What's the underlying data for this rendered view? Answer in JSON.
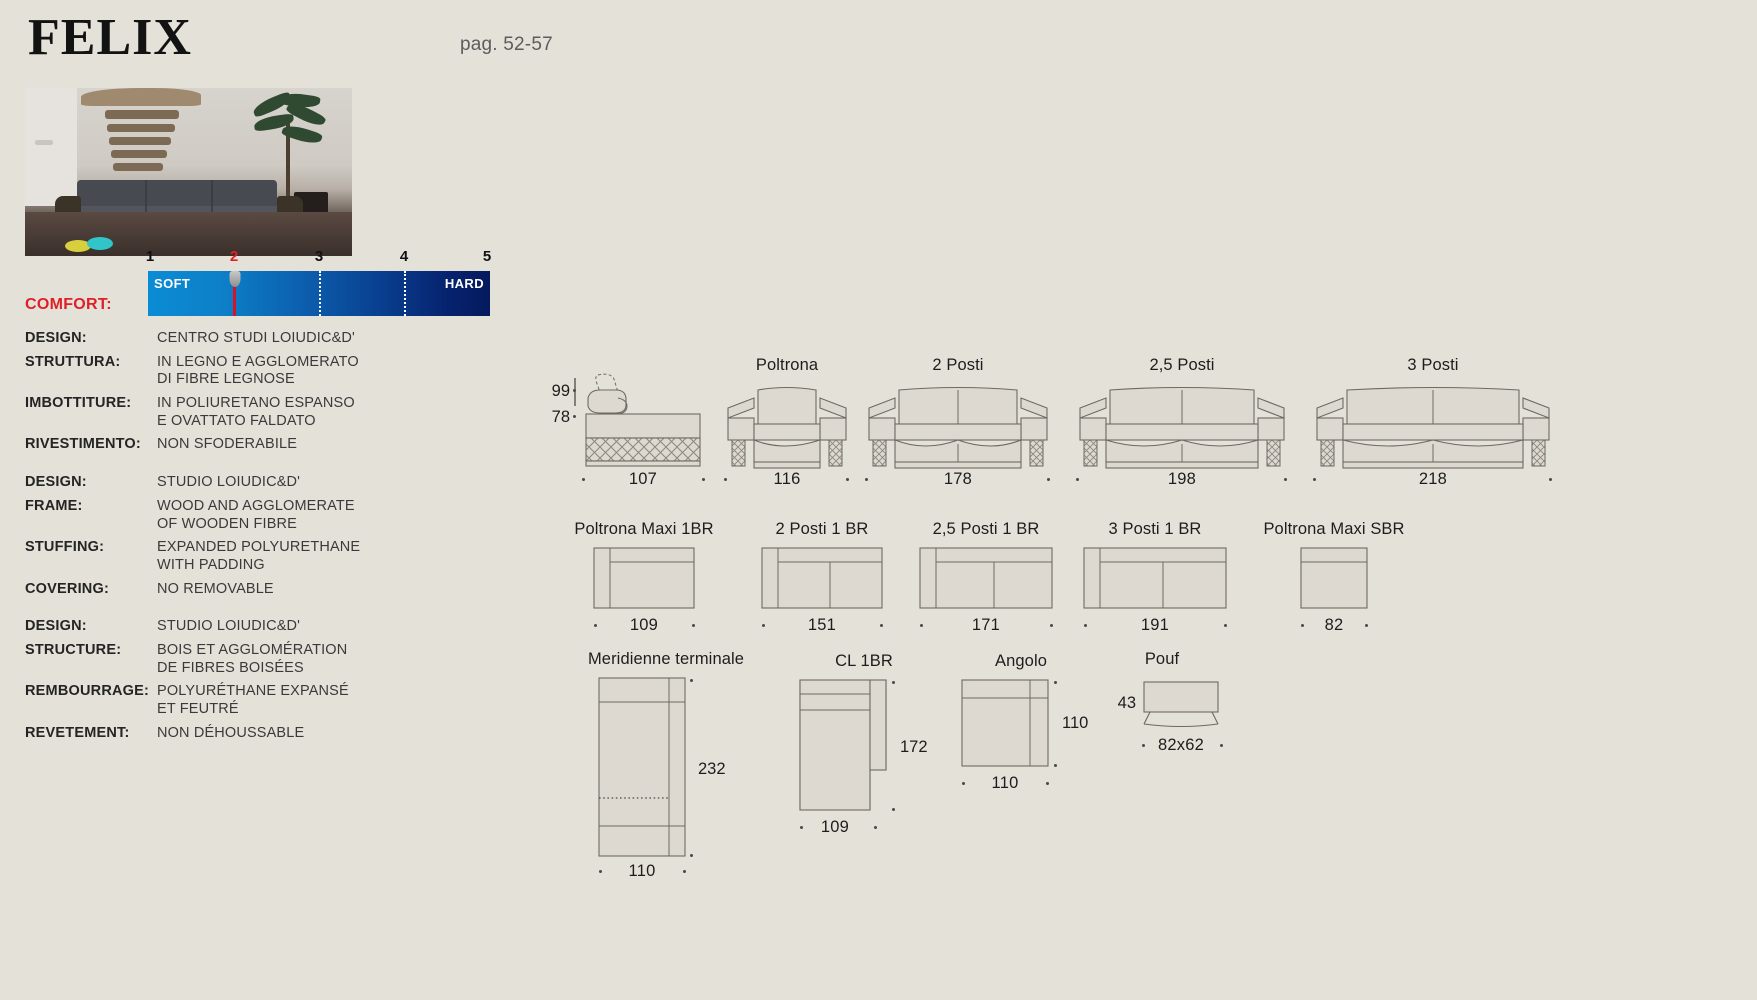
{
  "header": {
    "brand": "FELIX",
    "page_ref": "pag. 52-57"
  },
  "photo": {
    "alt": "sofa-room-photo"
  },
  "comfort": {
    "label": "COMFORT:",
    "soft_label": "SOFT",
    "hard_label": "HARD",
    "scale_numbers": [
      "1",
      "2",
      "3",
      "4",
      "5"
    ],
    "marker_value": "2",
    "accent_color": "#e02027",
    "gradient_start": "#0a8cd4",
    "gradient_end": "#051a5e"
  },
  "specs": [
    {
      "lang": "it",
      "rows": [
        {
          "key": "DESIGN:",
          "lines": [
            "CENTRO STUDI LOIUDIC&D'"
          ]
        },
        {
          "key": "STRUTTURA:",
          "lines": [
            "IN LEGNO E AGGLOMERATO",
            "DI FIBRE LEGNOSE"
          ]
        },
        {
          "key": "IMBOTTITURE:",
          "lines": [
            "IN POLIURETANO ESPANSO",
            "E OVATTATO FALDATO"
          ]
        },
        {
          "key": "RIVESTIMENTO:",
          "lines": [
            "NON SFODERABILE"
          ]
        }
      ]
    },
    {
      "lang": "en",
      "rows": [
        {
          "key": "DESIGN:",
          "lines": [
            "STUDIO LOIUDIC&D'"
          ]
        },
        {
          "key": "FRAME:",
          "lines": [
            "WOOD AND AGGLOMERATE",
            "OF WOODEN FIBRE"
          ]
        },
        {
          "key": "STUFFING:",
          "lines": [
            "EXPANDED POLYURETHANE",
            "WITH PADDING"
          ]
        },
        {
          "key": "COVERING:",
          "lines": [
            "NO REMOVABLE"
          ]
        }
      ]
    },
    {
      "lang": "fr",
      "rows": [
        {
          "key": "DESIGN:",
          "lines": [
            "STUDIO LOIUDIC&D'"
          ]
        },
        {
          "key": "STRUCTURE:",
          "lines": [
            "BOIS ET AGGLOMÉRATION",
            "DE FIBRES BOISÉES"
          ]
        },
        {
          "key": "REMBOURRAGE:",
          "lines": [
            "POLYURÉTHANE EXPANSÉ",
            "ET FEUTRÉ"
          ]
        },
        {
          "key": "REVETEMENT:",
          "lines": [
            "NON DÉHOUSSABLE"
          ]
        }
      ]
    }
  ],
  "drawings": {
    "row1": [
      {
        "name": "side-view",
        "title": "",
        "width_label": "107",
        "height_top": "99",
        "height_seat": "78"
      },
      {
        "name": "poltrona",
        "title": "Poltrona",
        "width_label": "116"
      },
      {
        "name": "2-posti",
        "title": "2 Posti",
        "width_label": "178"
      },
      {
        "name": "2-5-posti",
        "title": "2,5 Posti",
        "width_label": "198"
      },
      {
        "name": "3-posti",
        "title": "3 Posti",
        "width_label": "218"
      }
    ],
    "row2": [
      {
        "name": "poltrona-maxi-1br",
        "title": "Poltrona Maxi 1BR",
        "width_label": "109"
      },
      {
        "name": "2-posti-1br",
        "title": "2 Posti 1 BR",
        "width_label": "151"
      },
      {
        "name": "2-5-posti-1br",
        "title": "2,5 Posti 1 BR",
        "width_label": "171"
      },
      {
        "name": "3-posti-1br",
        "title": "3 Posti 1 BR",
        "width_label": "191"
      },
      {
        "name": "poltrona-maxi-sbr",
        "title": "Poltrona Maxi SBR",
        "width_label": "82"
      }
    ],
    "row3": [
      {
        "name": "meridienne-terminale",
        "title": "Meridienne terminale",
        "width_label": "110",
        "depth_label": "232"
      },
      {
        "name": "cl-1br",
        "title": "CL 1BR",
        "width_label": "109",
        "depth_label": "172"
      },
      {
        "name": "angolo",
        "title": "Angolo",
        "width_label": "110",
        "depth_label": "110"
      },
      {
        "name": "pouf",
        "title": "Pouf",
        "width_label": "82x62",
        "height_label": "43"
      }
    ]
  }
}
